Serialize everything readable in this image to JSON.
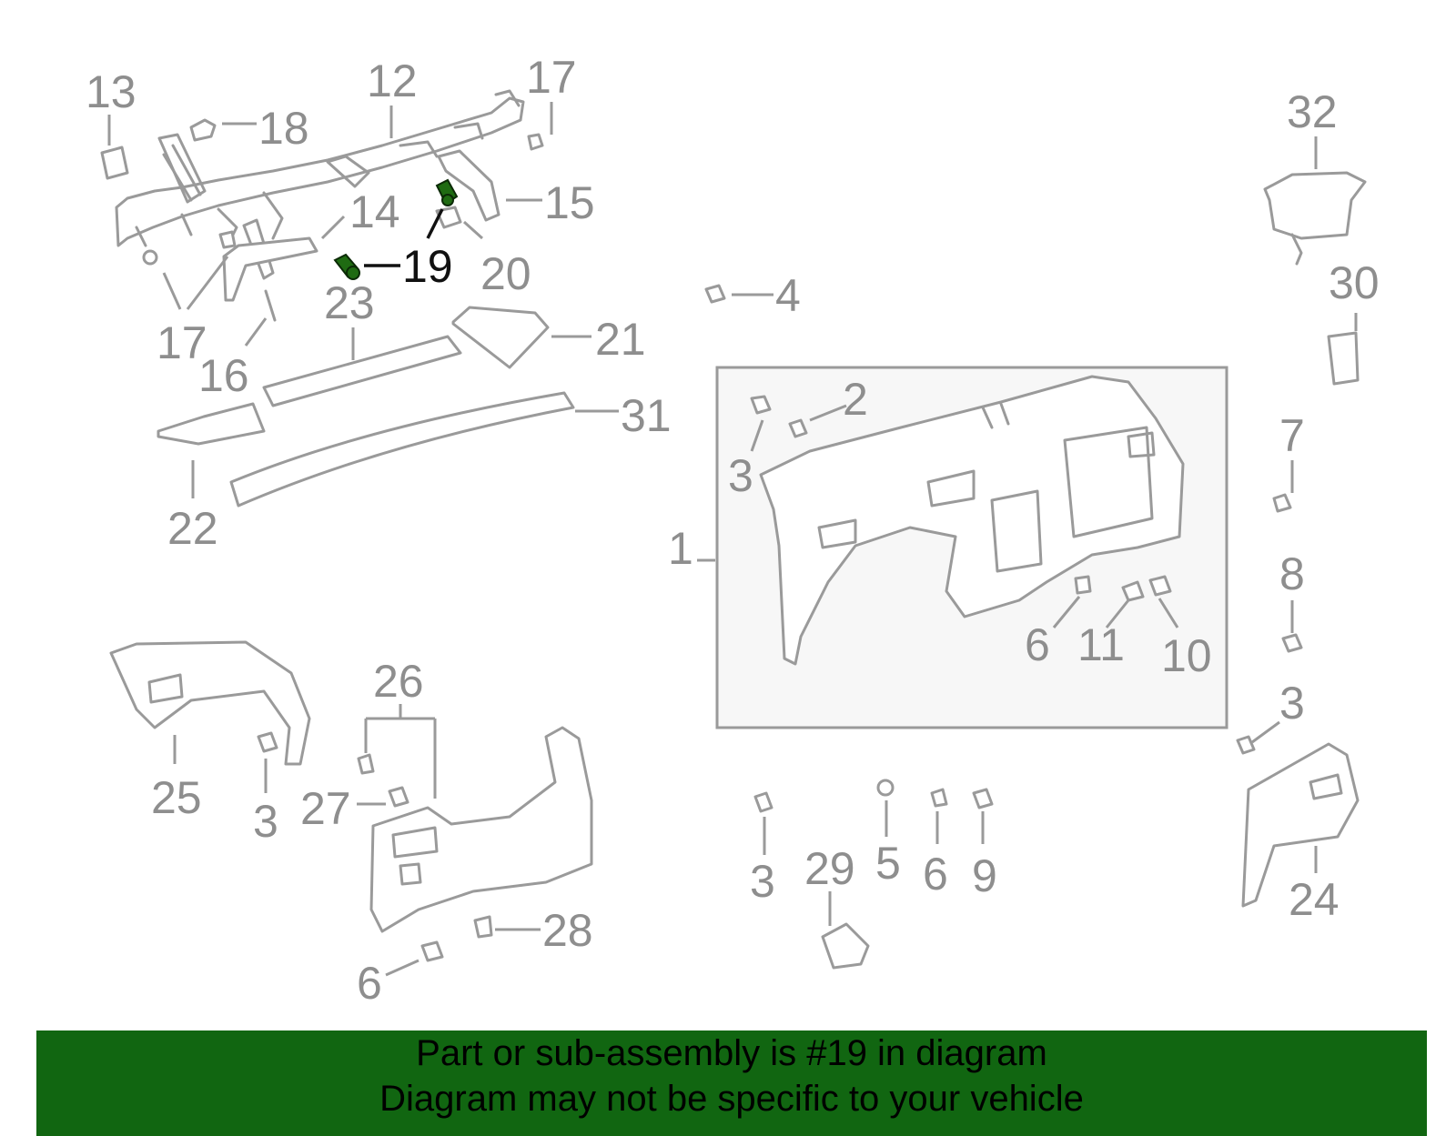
{
  "callouts": {
    "c1": "1",
    "c2": "2",
    "c3a": "3",
    "c3b": "3",
    "c3c": "3",
    "c3d": "3",
    "c4": "4",
    "c5": "5",
    "c6a": "6",
    "c6b": "6",
    "c6c": "6",
    "c7": "7",
    "c8": "8",
    "c9": "9",
    "c10": "10",
    "c11": "11",
    "c12": "12",
    "c13": "13",
    "c14": "14",
    "c15": "15",
    "c16": "16",
    "c17a": "17",
    "c17b": "17",
    "c18": "18",
    "c19": "19",
    "c20": "20",
    "c21": "21",
    "c22": "22",
    "c23": "23",
    "c24": "24",
    "c25": "25",
    "c26": "26",
    "c27": "27",
    "c28": "28",
    "c29": "29",
    "c30": "30",
    "c31": "31",
    "c32": "32"
  },
  "highlight": {
    "part": "19",
    "color": "#1f6b12"
  },
  "footer": {
    "line1": "Part or sub-assembly is #19 in diagram",
    "line2": "Diagram may not be specific to your vehicle",
    "background": "#116611"
  },
  "colors": {
    "line": "#9a9a9a",
    "callout": "#8e8e8e",
    "inset_bg": "#f7f7f7"
  }
}
